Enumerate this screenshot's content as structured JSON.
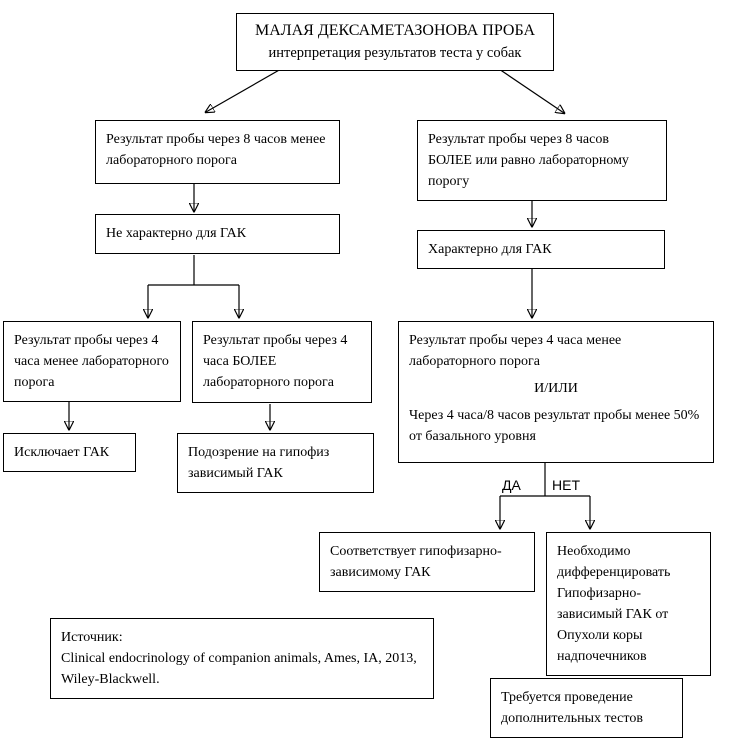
{
  "title": {
    "line1": "МАЛАЯ ДЕКСАМЕТАЗОНОВА ПРОБА",
    "line2": "интерпретация результатов теста у собак"
  },
  "nodes": {
    "result_8h_less": "Результат пробы через 8 часов менее лабораторного порога",
    "result_8h_more": "Результат пробы через 8 часов БОЛЕЕ или равно лабораторному порогу",
    "not_typical_gak": "Не характерно для ГАК",
    "typical_gak": "Характерно для ГАК",
    "result_4h_less": "Результат пробы через 4 часа менее лабораторного порога",
    "result_4h_more": "Результат пробы через 4 часа БОЛЕЕ лабораторного порога",
    "excludes_gak": "Исключает ГАК",
    "pituitary_suspicion": "Подозрение на гипофиз зависимый ГАК",
    "combined_4h": {
      "part1": "Результат пробы через 4 часа менее лабораторного порога",
      "or_label": "И/ИЛИ",
      "part2": "Через 4 часа/8 часов результат пробы менее 50% от базального уровня"
    },
    "pdh_match": "Соответствует гипофизарно-зависимому ГАК",
    "differentiate": "Необходимо дифференцировать Гипофизарно-зависимый ГАК от Опухоли коры надпочечников",
    "additional_tests": "Требуется проведение дополнительных тестов"
  },
  "branch_labels": {
    "yes": "ДА",
    "no": "НЕТ"
  },
  "source": {
    "label": "Источник:",
    "citation": "Clinical endocrinology of companion animals, Ames, IA, 2013, Wiley-Blackwell."
  },
  "colors": {
    "line": "#000000",
    "border": "#000000",
    "background": "#ffffff",
    "text": "#000000"
  }
}
